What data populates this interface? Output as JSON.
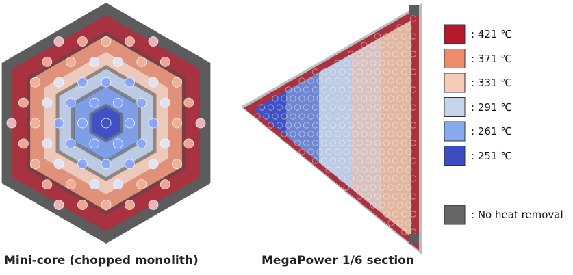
{
  "captions": {
    "left": "Mini-core (chopped monolith)",
    "right": "MegaPower 1/6 section"
  },
  "legend": [
    {
      "label": ": 421 ℃",
      "color": "#b5182b"
    },
    {
      "label": ": 371 ℃",
      "color": "#ee8b6a"
    },
    {
      "label": ": 331 ℃",
      "color": "#f6cbb8"
    },
    {
      "label": ": 291 ℃",
      "color": "#c6d6ea"
    },
    {
      "label": ": 261 ℃",
      "color": "#88a9ec"
    },
    {
      "label": ": 251 ℃",
      "color": "#3a4cc0"
    }
  ],
  "no_heat": {
    "label": ": No heat removal",
    "color": "#666666"
  },
  "colors": {
    "frame": "#5c5c5c",
    "r421": "#a8323f",
    "r371": "#e0917a",
    "r331": "#ecc9ba",
    "r291": "#bccbe3",
    "r261": "#7f9ee8",
    "r251": "#3f51c4",
    "channel_red": "#f5c0c6",
    "channel_blue": "#dde8ff"
  }
}
